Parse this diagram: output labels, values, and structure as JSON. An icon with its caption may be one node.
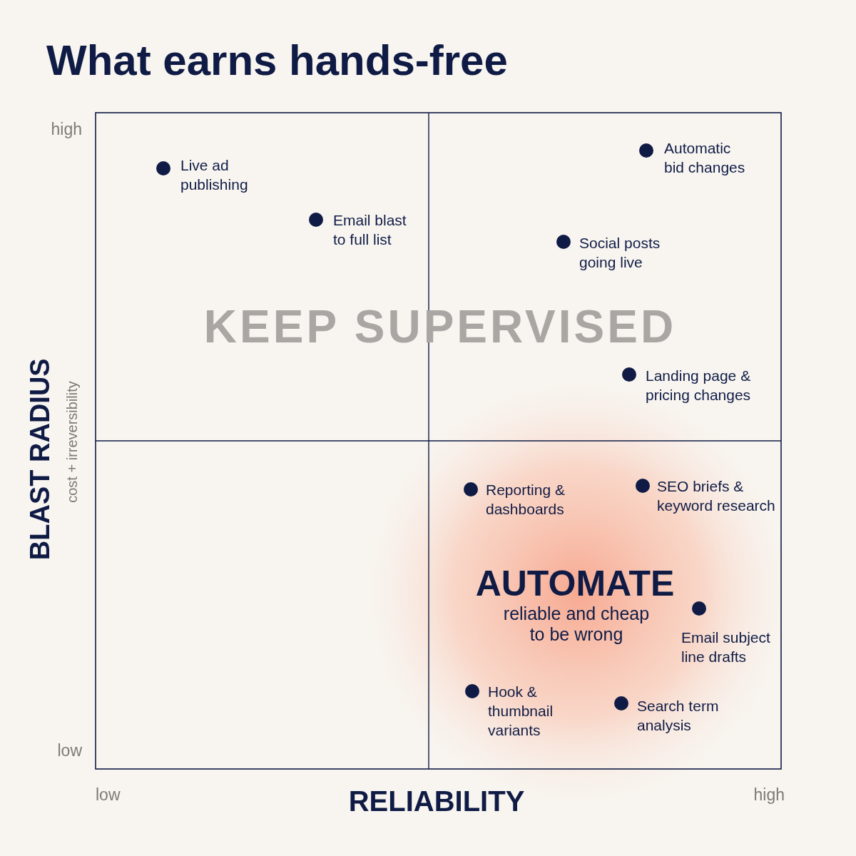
{
  "diagram": {
    "title": "What earns hands-free",
    "labels": [
      "high",
      "Live ad publishing",
      "Automatic bid changes",
      "Email blast to full list",
      "Social posts going live",
      "KEEP SUPERVISED",
      "Landing page & pricing changes",
      "BLAST RADIUS",
      "cost + irreversibility",
      "Reporting & dashboards",
      "SEO briefs & keyword research",
      "AUTOMATE",
      "reliable and cheap to be wrong",
      "Email subject line drafts",
      "Hook & thumbnail variants",
      "Search term analysis",
      "low",
      "low",
      "RELIABILITY",
      "high"
    ]
  }
}
